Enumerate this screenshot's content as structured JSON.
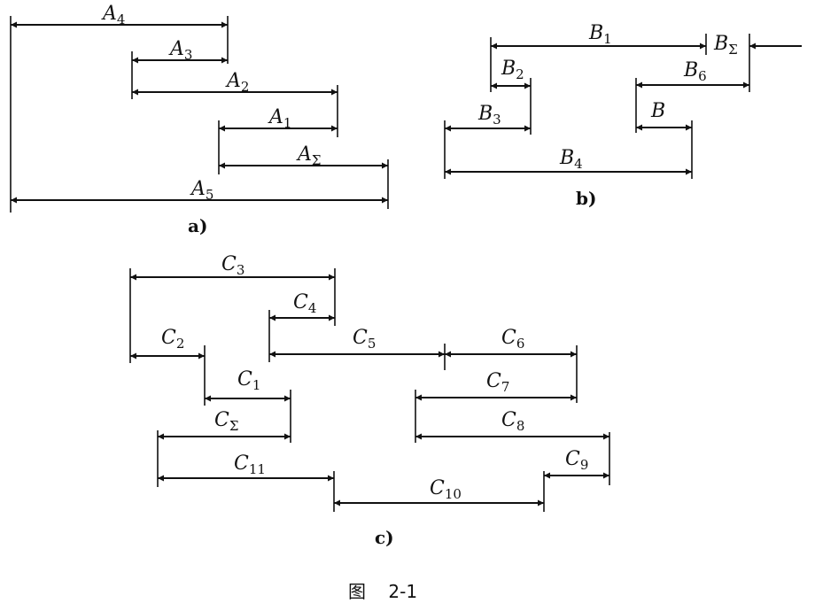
{
  "figure_title": "图    2-1",
  "panels": {
    "a": {
      "caption": "a)",
      "labels": {
        "A4": {
          "main": "A",
          "sub": "4"
        },
        "A3": {
          "main": "A",
          "sub": "3"
        },
        "A2": {
          "main": "A",
          "sub": "2"
        },
        "A1": {
          "main": "A",
          "sub": "1"
        },
        "AS": {
          "main": "A",
          "sub": "Σ"
        },
        "A5": {
          "main": "A",
          "sub": "5"
        }
      }
    },
    "b": {
      "caption": "b)",
      "labels": {
        "B1": {
          "main": "B",
          "sub": "1"
        },
        "BS": {
          "main": "B",
          "sub": "Σ"
        },
        "B2": {
          "main": "B",
          "sub": "2"
        },
        "B6": {
          "main": "B",
          "sub": "6"
        },
        "B3": {
          "main": "B",
          "sub": "3"
        },
        "B": {
          "main": "B",
          "sub": ""
        },
        "B4": {
          "main": "B",
          "sub": "4"
        }
      }
    },
    "c": {
      "caption": "c)",
      "labels": {
        "C3": {
          "main": "C",
          "sub": "3"
        },
        "C4": {
          "main": "C",
          "sub": "4"
        },
        "C2": {
          "main": "C",
          "sub": "2"
        },
        "C5": {
          "main": "C",
          "sub": "5"
        },
        "C6": {
          "main": "C",
          "sub": "6"
        },
        "C1": {
          "main": "C",
          "sub": "1"
        },
        "C7": {
          "main": "C",
          "sub": "7"
        },
        "CS": {
          "main": "C",
          "sub": "Σ"
        },
        "C8": {
          "main": "C",
          "sub": "8"
        },
        "C11": {
          "main": "C",
          "sub": "11"
        },
        "C9": {
          "main": "C",
          "sub": "9"
        },
        "C10": {
          "main": "C",
          "sub": "10"
        }
      }
    }
  }
}
